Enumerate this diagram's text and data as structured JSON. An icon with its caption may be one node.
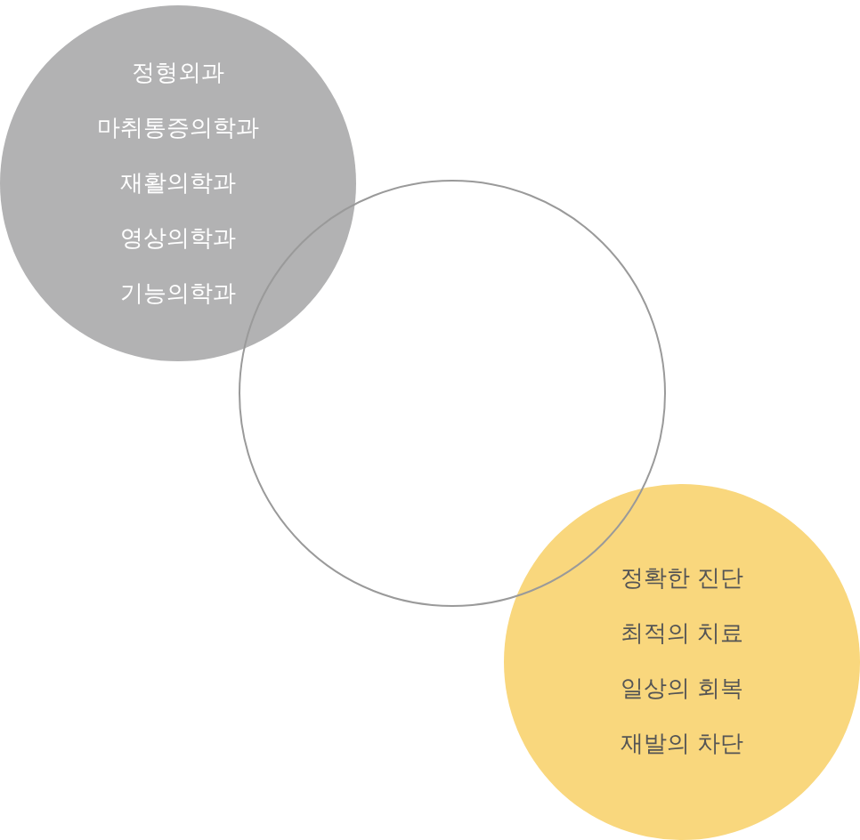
{
  "diagram": {
    "nodes": [
      {
        "text": [
          "정형외과",
          "마취통증의학과",
          "재활의학과",
          "영상의학과",
          "기능의학과"
        ]
      },
      {
        "text": [],
        "shape": "circle"
      },
      {
        "text": [
          "정확한 진단",
          "최적의 치료",
          "일상의 회복",
          "재발의 차단"
        ]
      }
    ],
    "edges": []
  }
}
